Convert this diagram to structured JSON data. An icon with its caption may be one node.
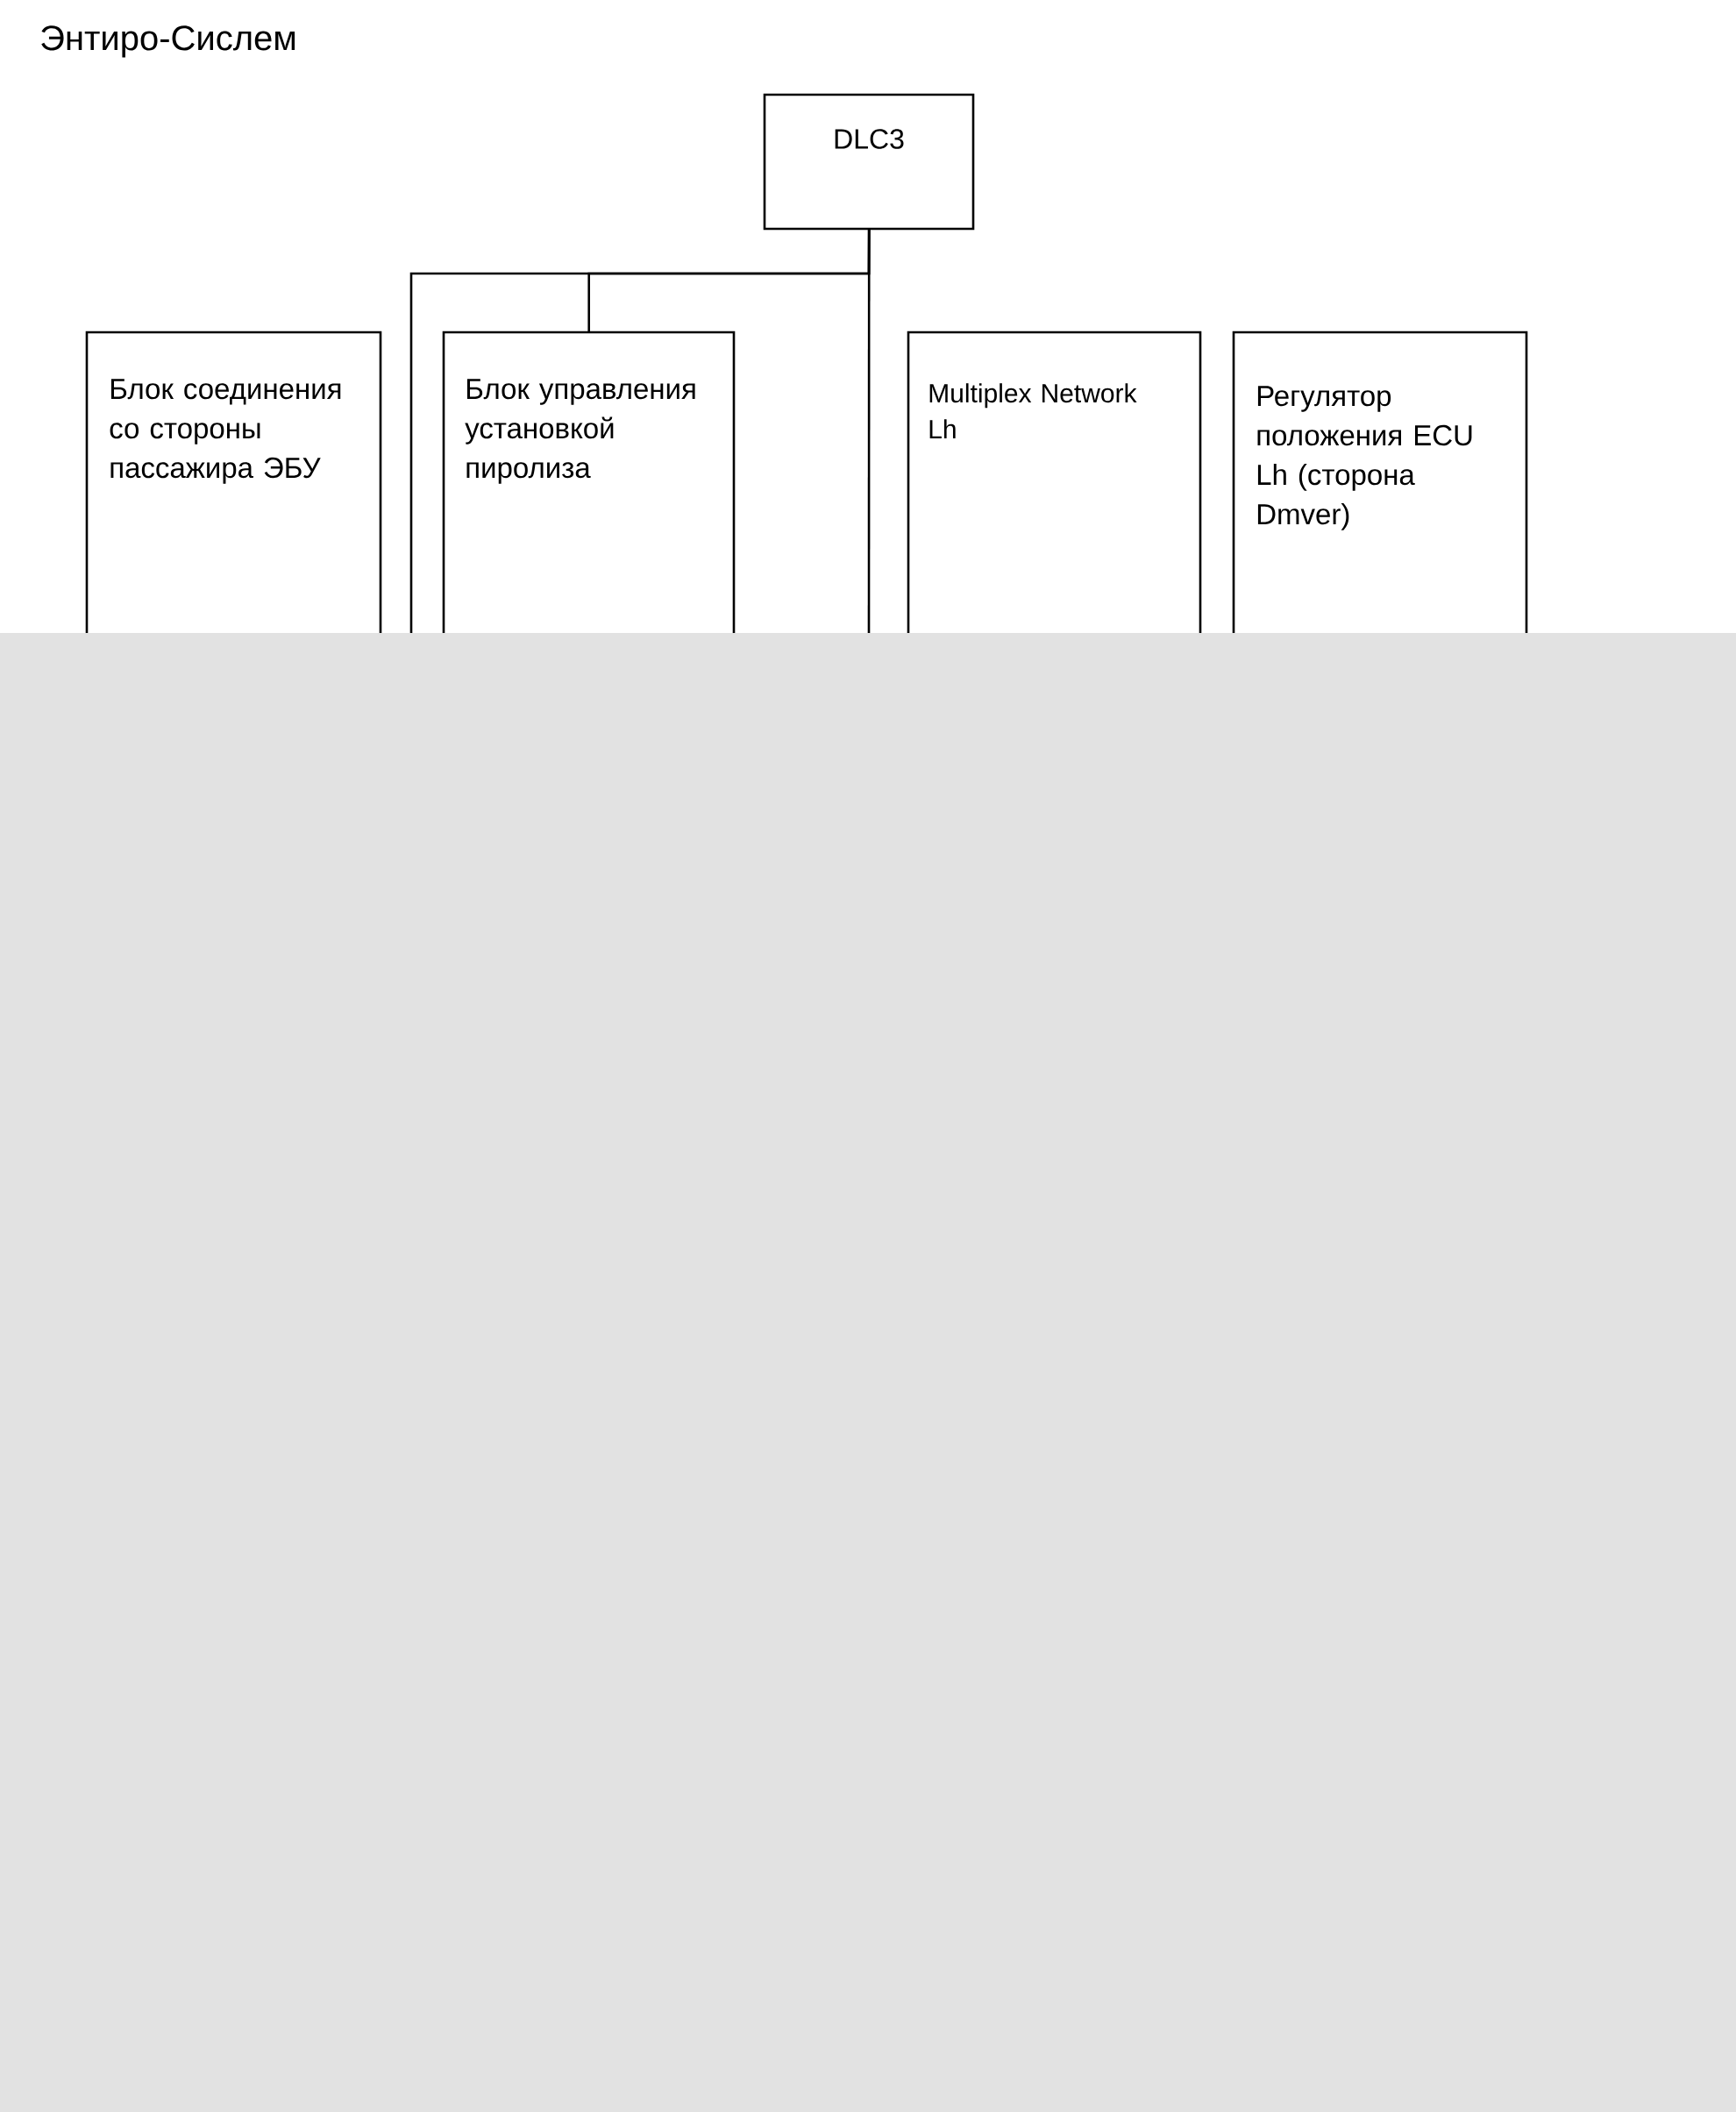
{
  "diagram": {
    "title": "Энтиро-Сислем",
    "nodes": [
      {
        "text": [
          "DLC3"
        ]
      },
      {
        "text": [
          "Блок соединения со стороны пассажира ЭБУ"
        ]
      },
      {
        "text": [
          "Блок управления установкой пиролиза"
        ]
      },
      {
        "text": [
          "Multiplex Network Lh"
        ]
      },
      {
        "text": [
          "Регулятор положения ECU Lh (сторона Dmver)"
        ]
      }
    ],
    "edges": [
      {
        "from": 0,
        "to": 2,
        "arrow": "none"
      },
      {
        "from": 0,
        "to": null,
        "arrow": "none"
      },
      {
        "from": 0,
        "to": null,
        "arrow": "none"
      }
    ]
  }
}
